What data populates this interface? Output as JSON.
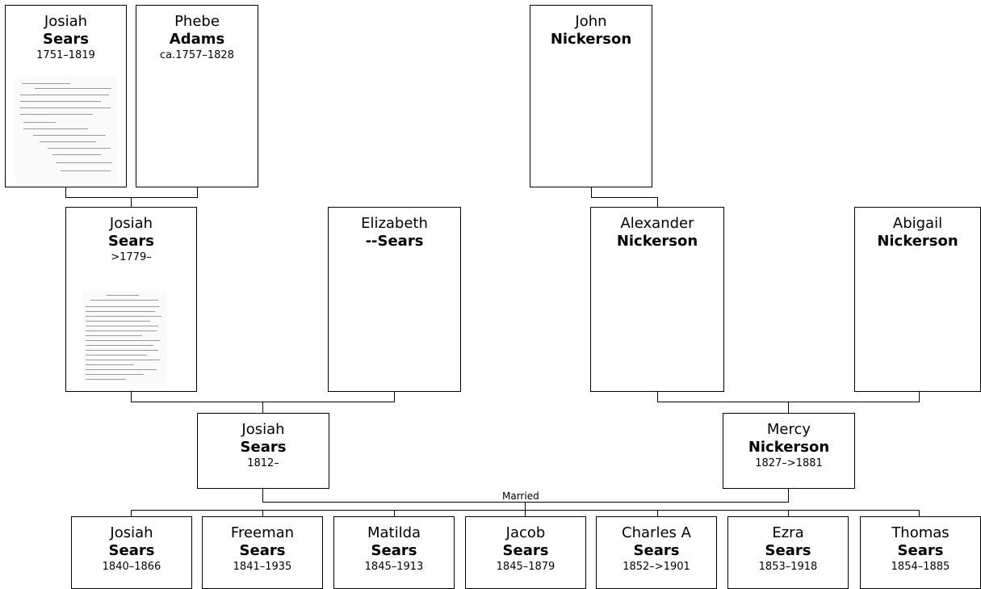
{
  "people": {
    "josiah_sears_gg": {
      "given": "Josiah",
      "surname": "Sears",
      "years": "1751–1819"
    },
    "phebe_adams": {
      "given": "Phebe",
      "surname": "Adams",
      "years": "ca.1757–1828"
    },
    "john_nickerson": {
      "given": "John",
      "surname": "Nickerson",
      "years": ""
    },
    "josiah_sears_g": {
      "given": "Josiah",
      "surname": "Sears",
      "years": ">1779–"
    },
    "elizabeth_sears": {
      "given": "Elizabeth",
      "surname": "--Sears",
      "years": ""
    },
    "alexander_nickerson": {
      "given": "Alexander",
      "surname": "Nickerson",
      "years": ""
    },
    "abigail_nickerson": {
      "given": "Abigail",
      "surname": "Nickerson",
      "years": ""
    },
    "josiah_sears_p": {
      "given": "Josiah",
      "surname": "Sears",
      "years": "1812–"
    },
    "mercy_nickerson": {
      "given": "Mercy",
      "surname": "Nickerson",
      "years": "1827–>1881"
    }
  },
  "marriage_label": "Married",
  "children": [
    {
      "given": "Josiah",
      "surname": "Sears",
      "years": "1840–1866"
    },
    {
      "given": "Freeman",
      "surname": "Sears",
      "years": "1841–1935"
    },
    {
      "given": "Matilda",
      "surname": "Sears",
      "years": "1845–1913"
    },
    {
      "given": "Jacob",
      "surname": "Sears",
      "years": "1845–1879"
    },
    {
      "given": "Charles A",
      "surname": "Sears",
      "years": "1852–>1901"
    },
    {
      "given": "Ezra",
      "surname": "Sears",
      "years": "1853–1918"
    },
    {
      "given": "Thomas",
      "surname": "Sears",
      "years": "1854–1885"
    }
  ]
}
